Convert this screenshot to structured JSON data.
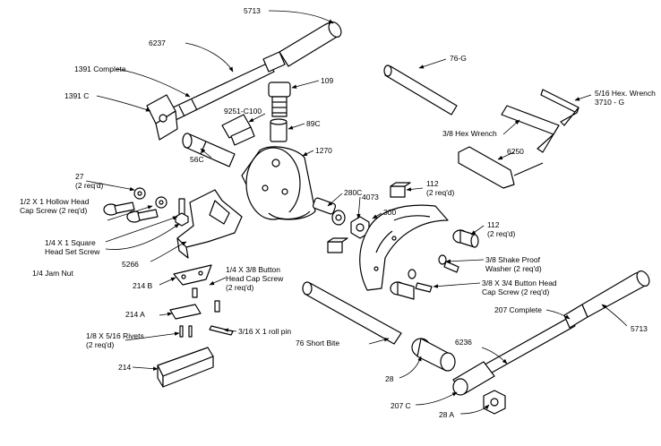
{
  "labels": {
    "l5713_top": "5713",
    "l6237": "6237",
    "l1391c_complete": "1391 Complete",
    "l1391c": "1391 C",
    "l109": "109",
    "l9251": "9251-C100",
    "l89c": "89C",
    "l1270": "1270",
    "l56c": "56C",
    "l27": "27",
    "l27_req": "(2 req'd)",
    "l_hollow1": "1/2 X 1 Hollow Head",
    "l_hollow2": "Cap Screw (2 req'd)",
    "l280c": "280C",
    "l4073": "4073",
    "l300": "300",
    "l112a": "112",
    "l112a_req": "(2 req'd)",
    "l112b": "112",
    "l112b_req": "(2 req'd)",
    "l_shake1": "3/8 Shake Proof",
    "l_shake2": "Washer (2 req'd)",
    "l_button38_1": "3/8 X 3/4 Button Head",
    "l_button38_2": "Cap Screw (2 req'd)",
    "l_square1": "1/4 X 1 Square",
    "l_square2": "Head Set Screw",
    "l_jamnut": "1/4 Jam Nut",
    "l5266": "5266",
    "l214b": "214 B",
    "l_button14_1": "1/4 X 3/8 Button",
    "l_button14_2": "Head Cap Screw",
    "l_button14_3": "(2 req'd)",
    "l214a": "214 A",
    "l_rivet1": "1/8 X 5/16 Rivets",
    "l_rivet2": "(2 req'd)",
    "l_rollpin": "3/16 X 1 roll pin",
    "l214": "214",
    "l76short": "76 Short Bite",
    "l28": "28",
    "l207c": "207 C",
    "l28a": "28 A",
    "l6236": "6236",
    "l207complete": "207 Complete",
    "l5713_bot": "5713",
    "l76g": "76-G",
    "l_hexw1": "5/16 Hex. Wrench",
    "l_hexw2": "3710 - G",
    "l_hex38": "3/8 Hex Wrench",
    "l6250": "6250"
  }
}
